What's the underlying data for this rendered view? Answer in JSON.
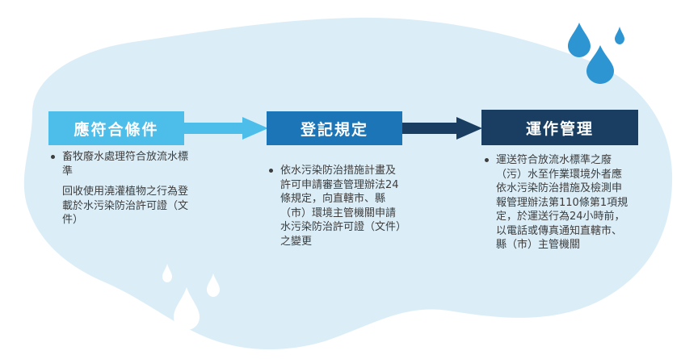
{
  "colors": {
    "background_blob": "#dbeef8",
    "step1": "#4dbde9",
    "step2": "#1b75b7",
    "step3": "#193e61",
    "arrow1": "#4dbde9",
    "arrow2": "#193e61",
    "drops_top": "#2e95d3",
    "drops_bottom": "#ffffff"
  },
  "steps": [
    {
      "title": "應符合條件",
      "bullet": "畜牧廢水處理符合放流水標準",
      "note": "回收使用澆灌植物之行為登載於水污染防治許可證（文件）"
    },
    {
      "title": "登記規定",
      "bullet": "依水污染防治措施計畫及許可申請審查管理辦法24條規定，向直轄市、縣（市）環境主管機關申請水污染防治許可證（文件）之變更"
    },
    {
      "title": "運作管理",
      "bullet": "運送符合放流水標準之廢（污）水至作業環境外者應依水污染防治措施及檢測申報管理辦法第110條第1項規定，於運送行為24小時前，以電話或傳真通知直轄市、縣（市）主管機關"
    }
  ]
}
